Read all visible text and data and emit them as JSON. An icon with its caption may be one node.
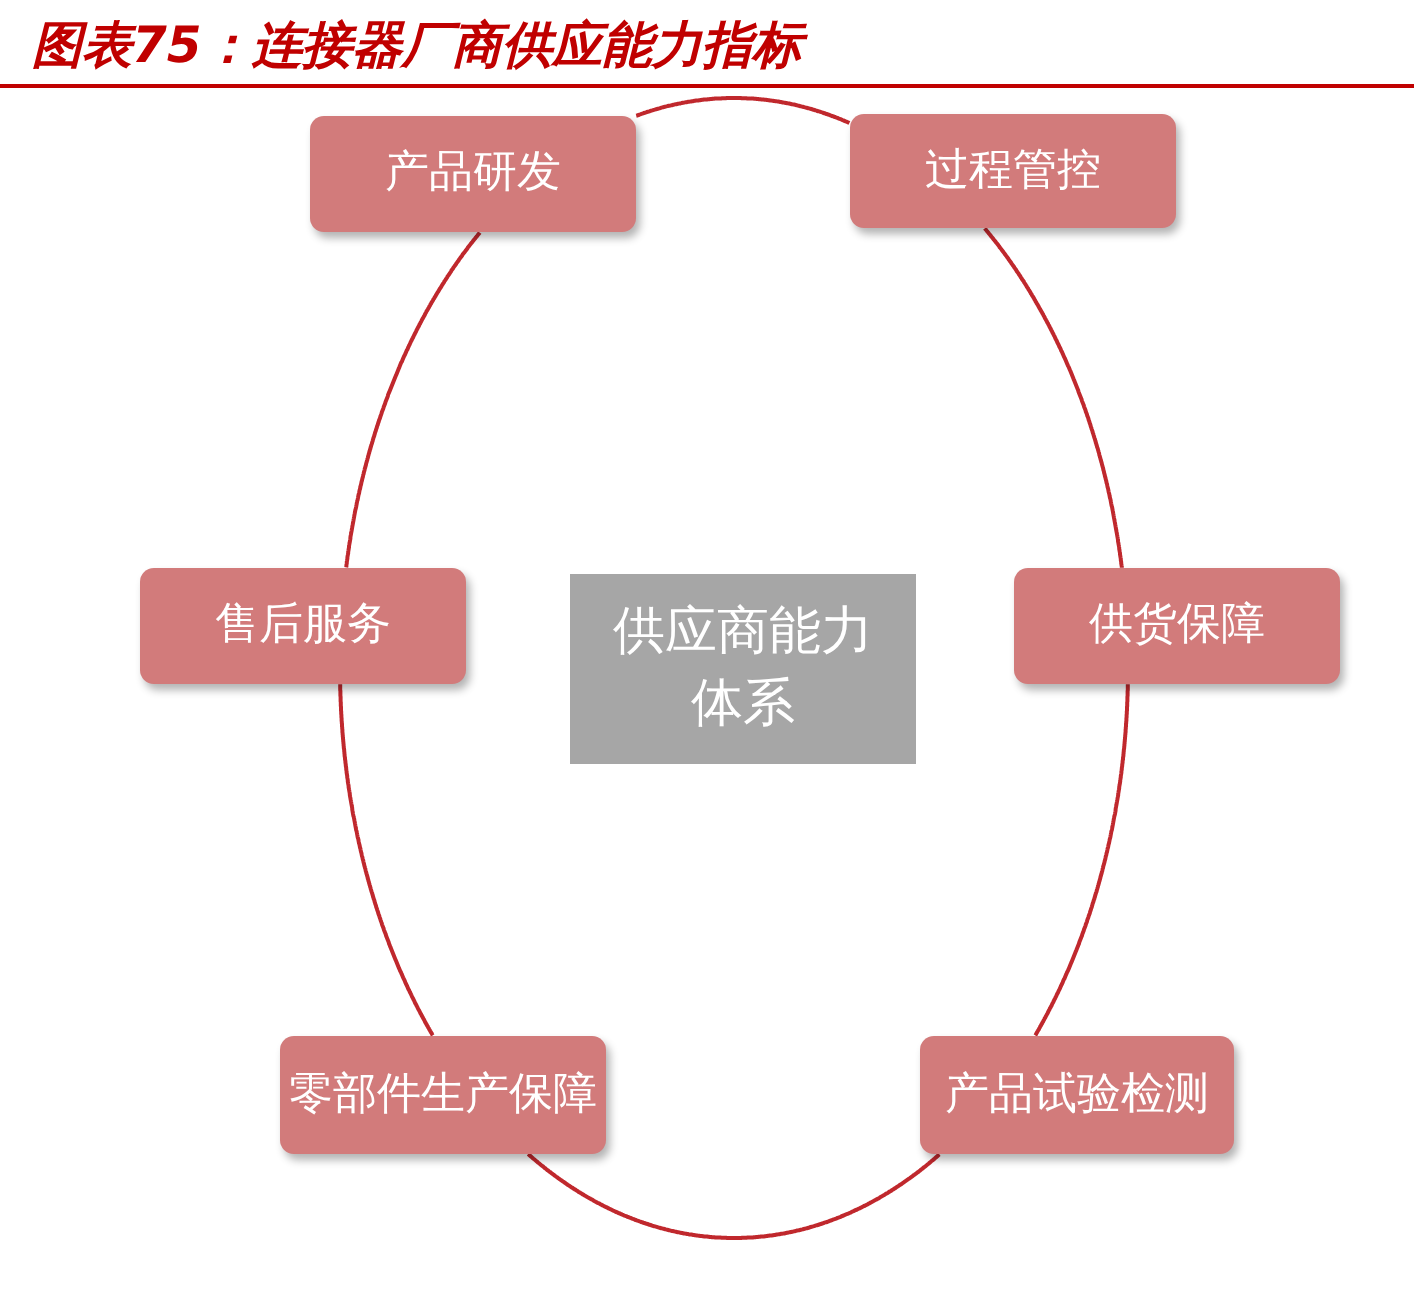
{
  "diagram": {
    "title": "图表75：连接器厂商供应能力指标",
    "nodes": [
      {
        "text": [
          "产品研发"
        ]
      },
      {
        "text": [
          "过程管控"
        ]
      },
      {
        "text": [
          "售后服务"
        ]
      },
      {
        "text": [
          "供应商能力体系"
        ]
      },
      {
        "text": [
          "供货保障"
        ]
      },
      {
        "text": [
          "零部件生产保障"
        ]
      },
      {
        "text": [
          "产品试验检测"
        ]
      }
    ],
    "edges": [
      {
        "from": 0,
        "to": 1,
        "arrow": "none"
      },
      {
        "from": 1,
        "to": 4,
        "arrow": "none"
      },
      {
        "from": 4,
        "to": 6,
        "arrow": "none"
      },
      {
        "from": 6,
        "to": 5,
        "arrow": "none"
      },
      {
        "from": 5,
        "to": 2,
        "arrow": "none"
      },
      {
        "from": 2,
        "to": 0,
        "arrow": "none"
      }
    ]
  }
}
